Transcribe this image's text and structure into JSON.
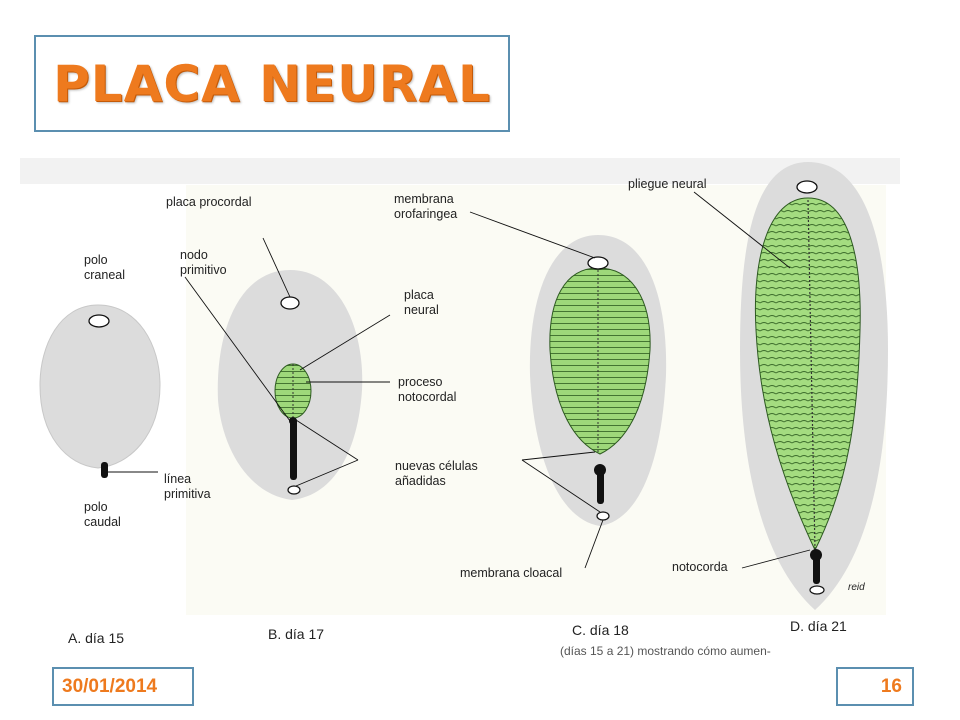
{
  "slide": {
    "title": "PLACA NEURAL",
    "date": "30/01/2014",
    "page_number": "16"
  },
  "colors": {
    "title": "#ee7a1e",
    "frame": "#5b8fb0",
    "neural_plate": "#9ed87a",
    "embryo": "#dcdcdc"
  },
  "figure": {
    "captions": [
      "A. día 15",
      "B. día 17",
      "C. día 18",
      "D. día 21"
    ],
    "labels": {
      "polo_craneal": "polo\ncraneal",
      "polo_caudal": "polo\ncaudal",
      "linea_primitiva": "línea\nprimitiva",
      "placa_procordal": "placa procordal",
      "nodo_primitivo": "nodo\nprimitivo",
      "placa_neural": "placa\nneural",
      "proceso_notocordal": "proceso\nnotocordal",
      "nuevas_celulas": "nuevas células\nañadidas",
      "membrana_orofaringea": "membrana\norofaringea",
      "membrana_cloacal": "membrana cloacal",
      "pliegue_neural": "pliegue neural",
      "notocorda": "notocorda"
    },
    "signature": "reid",
    "caption_text": "(días 15 a 21) mostrando cómo aumen-"
  }
}
